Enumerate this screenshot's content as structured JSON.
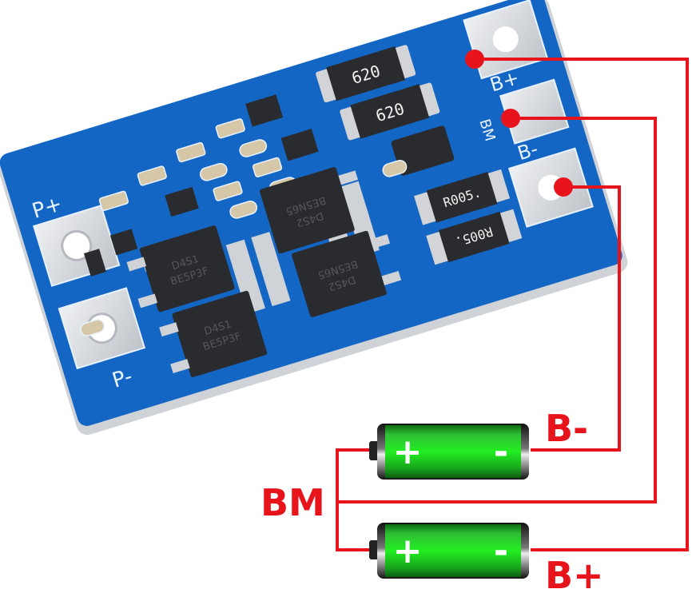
{
  "title": "2S BMS protection board battery wiring diagram",
  "colors": {
    "pcb_blue": "#1466c4",
    "pcb_edge": "#d9dde3",
    "wire_red": "#e8141c",
    "pad_silver": "#d6d8dc",
    "chip_black": "#2a2b2e",
    "battery_green": "#1fc31f",
    "silkscreen": "#e8f2ff"
  },
  "board": {
    "pads": {
      "p_plus": "P+",
      "p_minus": "P-",
      "b_plus": "B+",
      "b_minus": "B-",
      "bm": "BM"
    },
    "resistors_top": [
      "620",
      "620"
    ],
    "resistors_shunt": [
      "R005.",
      "R005."
    ],
    "mosfet_markings": [
      {
        "line1": "D4S1",
        "line2": "BE5P3F"
      },
      {
        "line1": "D4S2",
        "line2": "BE5N65"
      },
      {
        "line1": "D4S1",
        "line2": "BE5P3F"
      },
      {
        "line1": "D4S2",
        "line2": "BE5N65"
      }
    ]
  },
  "diagram": {
    "labels": {
      "b_minus": "B-",
      "b_plus": "B+",
      "bm": "BM"
    },
    "batteries": [
      {
        "id": "cell-1",
        "positive": "+",
        "negative": "-"
      },
      {
        "id": "cell-2",
        "positive": "+",
        "negative": "-"
      }
    ]
  }
}
